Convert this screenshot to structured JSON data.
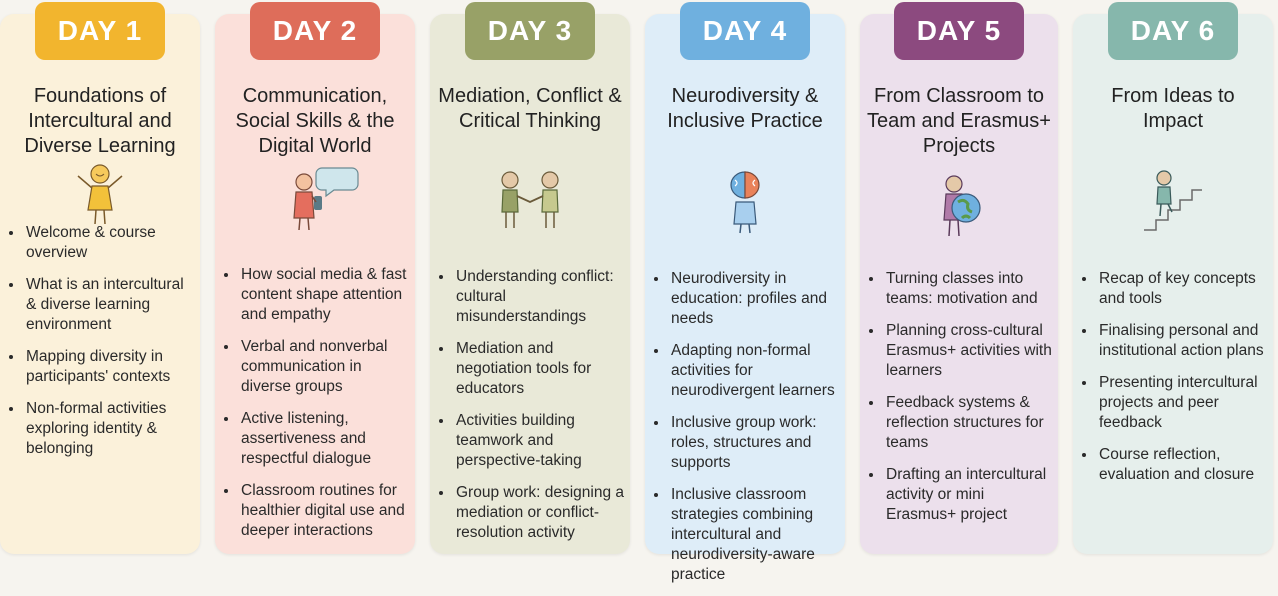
{
  "days": [
    {
      "badge": "DAY 1",
      "title": "Foundations of Intercultural and Diverse Learning",
      "colors": {
        "badge": "#f2b52e",
        "card": "#fbf1da"
      },
      "icon": "person-waving-icon",
      "bullets": [
        "Welcome & course overview",
        "What is an intercultural & diverse learning environment",
        "Mapping diversity in participants' contexts",
        "Non-formal activities exploring identity & belonging"
      ]
    },
    {
      "badge": "DAY 2",
      "title": "Communication, Social Skills & the Digital World",
      "colors": {
        "badge": "#de6d5a",
        "card": "#fbe0da"
      },
      "icon": "person-phone-speech-icon",
      "bullets": [
        "How social media & fast content shape attention and empathy",
        "Verbal and nonverbal communication in diverse groups",
        "Active listening, assertiveness and respectful dialogue",
        "Classroom routines for healthier digital use and deeper interactions"
      ]
    },
    {
      "badge": "DAY 3",
      "title": "Mediation, Conflict & Critical Thinking",
      "colors": {
        "badge": "#98a167",
        "card": "#e9e9d8"
      },
      "icon": "handshake-icon",
      "bullets": [
        "Understanding conflict: cultural misunderstandings",
        "Mediation and negotiation tools for educators",
        "Activities building teamwork and perspective-taking",
        "Group work: designing a mediation or conflict-resolution activity"
      ]
    },
    {
      "badge": "DAY 4",
      "title": "Neurodiversity & Inclusive Practice",
      "colors": {
        "badge": "#6fb0df",
        "card": "#deedf8"
      },
      "icon": "colorful-brain-person-icon",
      "bullets": [
        "Neurodiversity in education: profiles and needs",
        "Adapting non-formal activities for neurodivergent learners",
        "Inclusive group work: roles, structures and supports",
        "Inclusive classroom strategies combining intercultural and neurodiversity-aware practice"
      ]
    },
    {
      "badge": "DAY 5",
      "title": "From Classroom to Team and Erasmus+ Projects",
      "colors": {
        "badge": "#8c4a7f",
        "card": "#ece0ec"
      },
      "icon": "person-globe-icon",
      "bullets": [
        "Turning classes into teams: motivation and",
        "Planning cross-cultural Erasmus+ activities with learners",
        "Feedback systems & reflection structures for teams",
        "Drafting an intercultural activity or mini Erasmus+ project"
      ]
    },
    {
      "badge": "DAY 6",
      "title": "From Ideas to Impact",
      "colors": {
        "badge": "#86b7ac",
        "card": "#e6efec"
      },
      "icon": "person-climbing-stairs-icon",
      "bullets": [
        "Recap of key concepts and tools",
        "Finalising personal and institutional action plans",
        "Presenting intercultural projects and peer feedback",
        "Course reflection, evaluation and closure"
      ]
    }
  ]
}
